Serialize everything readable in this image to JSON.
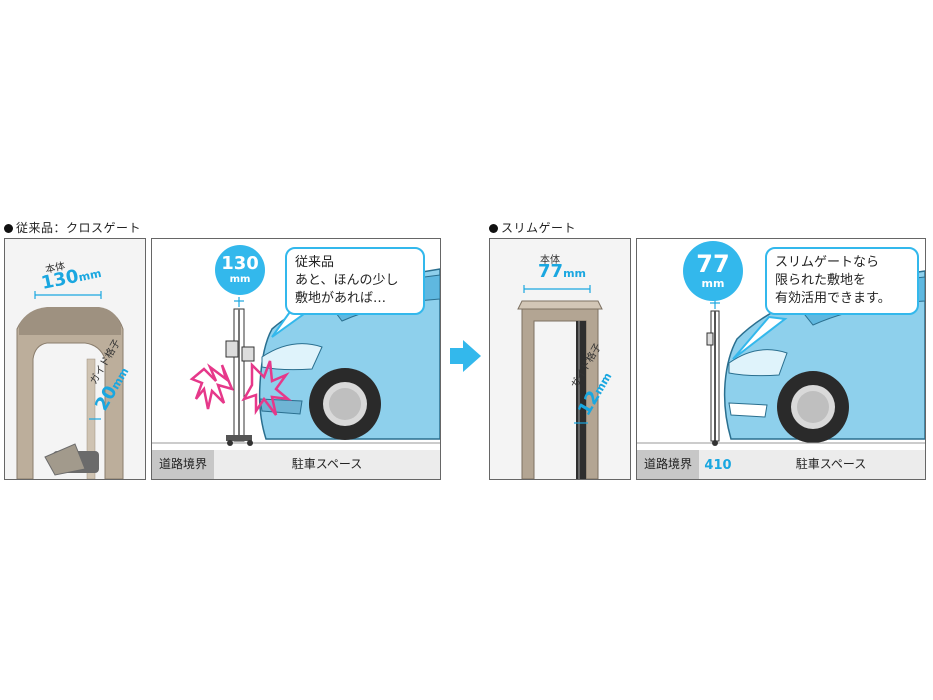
{
  "left": {
    "title": "従来品：クロスゲート",
    "body_label": "本体",
    "body_value": "130",
    "body_unit": "mm",
    "guide_label": "ガイド格子",
    "guide_value": "20",
    "guide_unit": "mm",
    "circle_value": "130",
    "circle_unit": "mm",
    "bubble_line1": "従来品",
    "bubble_line2": "あと、ほんの少し",
    "bubble_line3": "敷地があれば…",
    "boundary": "道路境界",
    "parking": "駐車スペース"
  },
  "right": {
    "title": "スリムゲート",
    "body_label": "本体",
    "body_value": "77",
    "body_unit": "mm",
    "guide_label": "ガイド格子",
    "guide_value": "12",
    "guide_unit": "mm",
    "circle_value": "77",
    "circle_unit": "mm",
    "bubble_line1": "スリムゲートなら",
    "bubble_line2": "限られた敷地を",
    "bubble_line3": "有効活用できます。",
    "boundary": "道路境界",
    "gap_value": "410",
    "parking": "駐車スペース"
  },
  "colors": {
    "accent_blue": "#33b8ec",
    "car_blue": "#8ed0ec",
    "impact_pink": "#e6388a",
    "post_beige": "#b9ab98",
    "slim_post": "#a8998a"
  }
}
